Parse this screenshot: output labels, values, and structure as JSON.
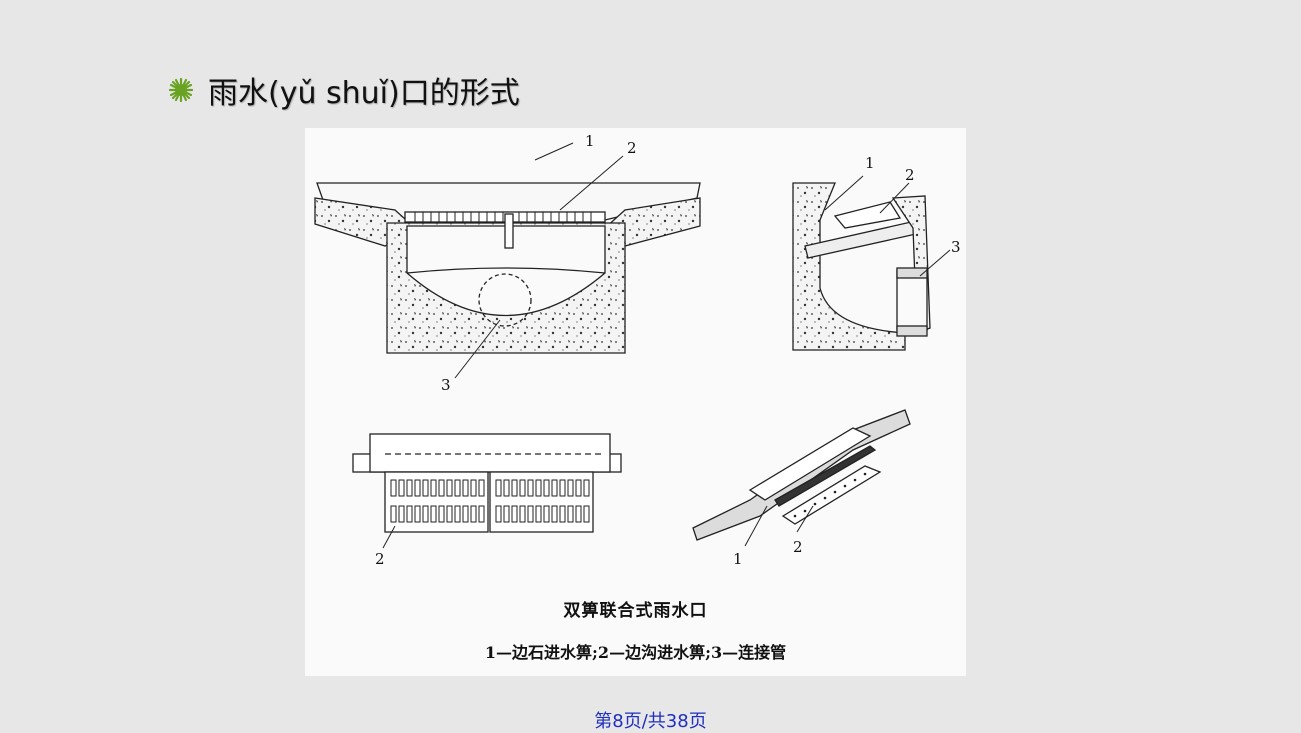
{
  "slide": {
    "title": "雨水(yǔ shuǐ)口的形式",
    "bullet_color": "#6aa324",
    "footer": "第8页/共38页"
  },
  "figure": {
    "caption_title": "双箅联合式雨水口",
    "caption_legend": "1—边石进水箅;2—边沟进水箅;3—连接管",
    "labels": {
      "one": "1",
      "two": "2",
      "three": "3"
    }
  }
}
